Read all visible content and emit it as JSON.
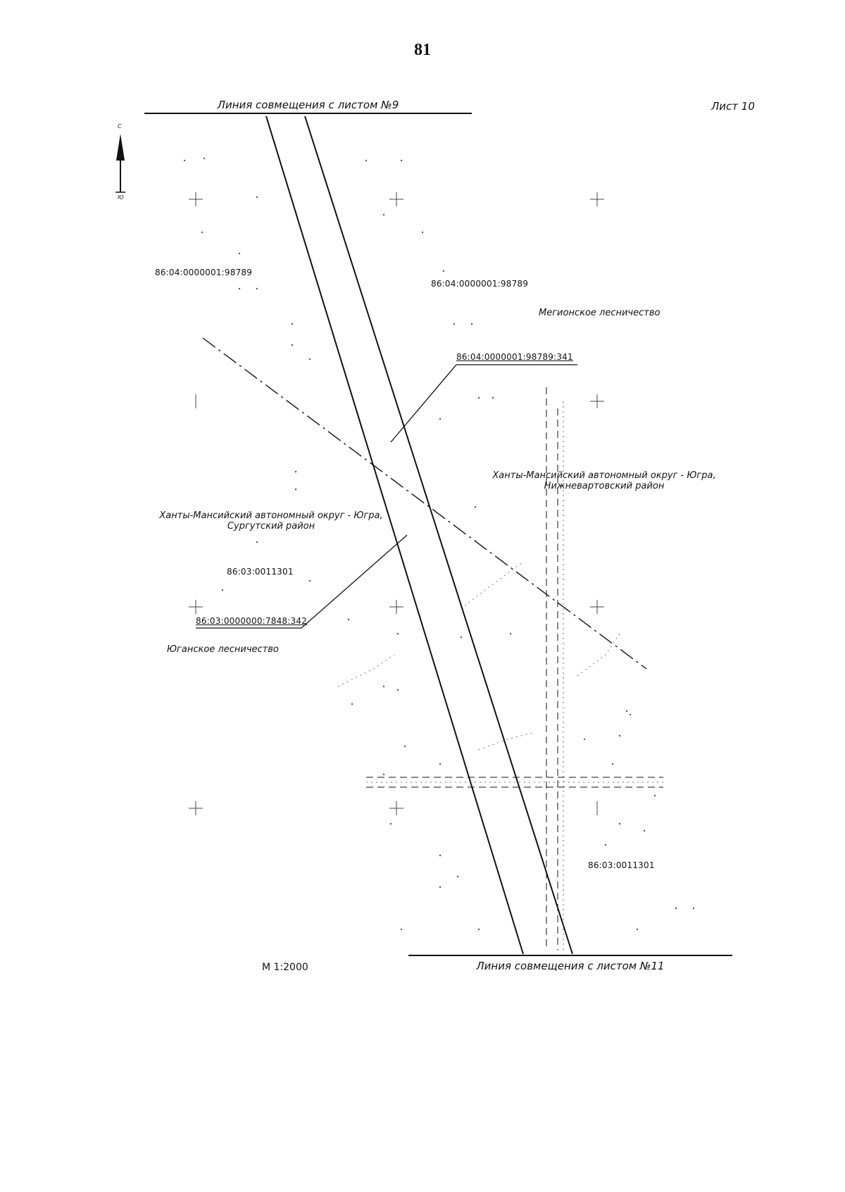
{
  "page_number": "81",
  "sheet_label": "Лист 10",
  "match_line_top": "Линия совмещения с листом №9",
  "match_line_bottom": "Линия совмещения с листом №11",
  "scale": "М 1:2000",
  "compass": {
    "north": "С",
    "south": "Ю"
  },
  "parcels": {
    "p_98789_left": "86:04:0000001:98789",
    "p_98789_right": "86:04:0000001:98789",
    "p_98789_341": "86:04:0000001:98789:341",
    "p_11301_center": "86:03:0011301",
    "p_7848_342": "86:03:0000000:7848:342",
    "p_11301_bottom": "86:03:0011301"
  },
  "areas": {
    "megion_forestry": "Мегионское лесничество",
    "khmao_nizhnevartovsk_line1": "Ханты-Мансийский автономный округ - Югра,",
    "khmao_nizhnevartovsk_line2": "Нижневартовский район",
    "khmao_surgut_line1": "Ханты-Мансийский автономный округ - Югра,",
    "khmao_surgut_line2": "Сургутский район",
    "yugan_forestry": "Юганское лесничество"
  },
  "colors": {
    "ink": "#111111",
    "paper": "#ffffff"
  }
}
